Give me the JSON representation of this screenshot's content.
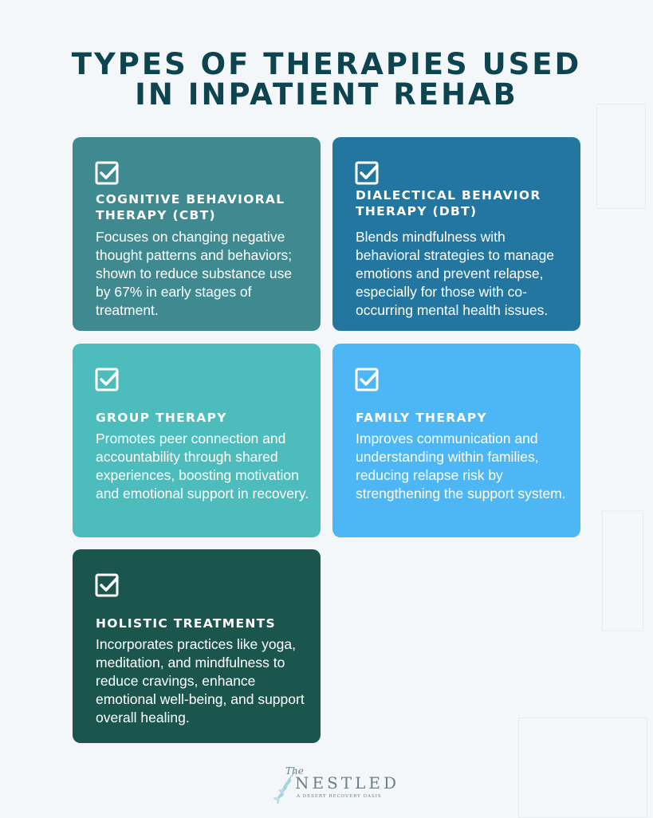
{
  "title": {
    "line1": "Types of Therapies Used",
    "line2": "in Inpatient Rehab"
  },
  "cards": [
    {
      "title_line1": "Cognitive Behavioral",
      "title_line2": "Therapy (CBT)",
      "description": "Focuses on changing negative thought patterns and behaviors; shown to reduce substance use by 67% in early stages of treatment.",
      "color": "#3f8a90"
    },
    {
      "title_line1": "Dialectical Behavior",
      "title_line2": "Therapy (DBT)",
      "description": "Blends mindfulness with behavioral strategies to manage emotions and prevent relapse, especially for those with co-occurring mental health issues.",
      "color": "#23769f"
    },
    {
      "title_line1": "Group Therapy",
      "title_line2": "",
      "description": "Promotes peer connection and accountability through shared experiences, boosting motivation and emotional support in recovery.",
      "color": "#4dbcbd"
    },
    {
      "title_line1": "Family Therapy",
      "title_line2": "",
      "description": "Improves communication and understanding within families, reducing relapse risk by strengthening the support system.",
      "color": "#4db6f5"
    },
    {
      "title_line1": "Holistic Treatments",
      "title_line2": "",
      "description": "Incorporates practices like yoga, meditation, and mindfulness to reduce cravings, enhance emotional well-being, and support overall healing.",
      "color": "#1b564e"
    }
  ],
  "check_icon": "checkbox-checked-icon",
  "logo": {
    "the": "The",
    "name": "NESTLED",
    "tagline": "A DESERT RECOVERY OASIS"
  }
}
